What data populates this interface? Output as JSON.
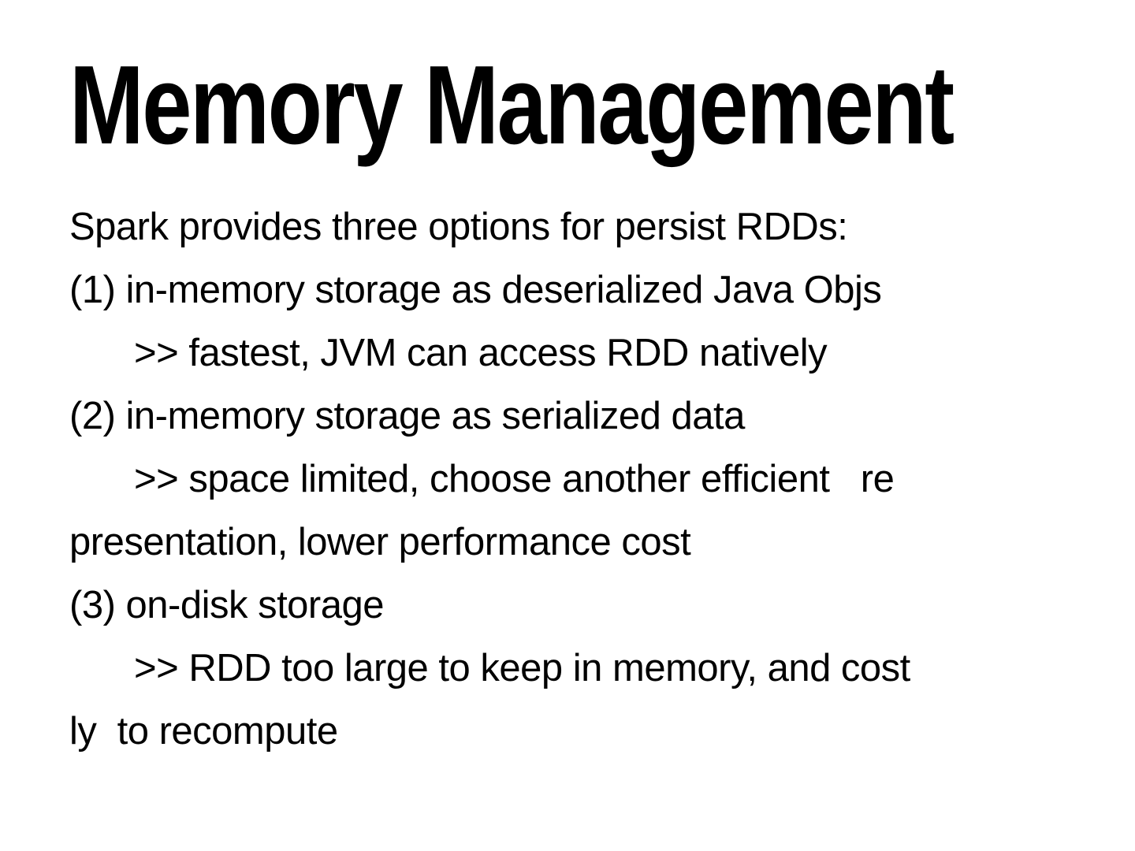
{
  "slide": {
    "title": "Memory Management",
    "body_lines": [
      {
        "text": "Spark provides three options for persist RDDs:",
        "indent": false
      },
      {
        "text": "(1) in-memory storage as deserialized Java Objs",
        "indent": false
      },
      {
        "text": ">> fastest, JVM can access RDD natively",
        "indent": true
      },
      {
        "text": "(2) in-memory storage as serialized data",
        "indent": false
      },
      {
        "text": ">> space limited, choose another efficient   re",
        "indent": true
      },
      {
        "text": "presentation, lower performance cost",
        "indent": false
      },
      {
        "text": "(3) on-disk storage",
        "indent": false
      },
      {
        "text": ">> RDD too large to keep in memory, and cost",
        "indent": true
      },
      {
        "text": "ly  to recompute",
        "indent": false
      }
    ],
    "colors": {
      "background": "#ffffff",
      "text": "#000000"
    }
  }
}
